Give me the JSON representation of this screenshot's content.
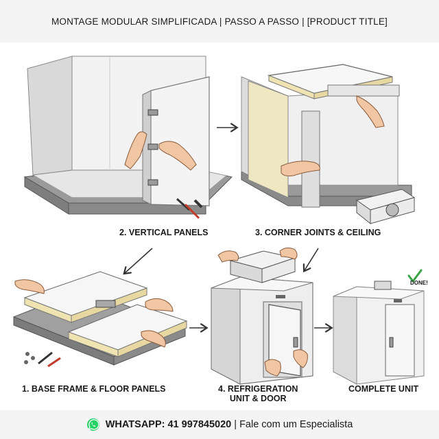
{
  "header": {
    "title": "MONTAGE MODULAR SIMPLIFICADA | PASSO A PASSO | [PRODUCT TITLE]"
  },
  "steps": {
    "vertical_panels": "2. VERTICAL PANELS",
    "corner_joints": "3. CORNER JOINTS & CEILING",
    "base_frame": "1. BASE FRAME & FLOOR PANELS",
    "refrigeration_line1": "4. REFRIGERATION",
    "refrigeration_line2": "UNIT & DOOR",
    "complete": "COMPLETE UNIT",
    "done_badge": "DONE!"
  },
  "footer": {
    "whatsapp_label": "WHATSAPP: 41 997845020",
    "separator": " | ",
    "specialist_text": "Fale com um Especialista",
    "icon": "whatsapp-icon"
  },
  "colors": {
    "panel_face": "#eeeeee",
    "panel_edge": "#b0b0b0",
    "insulation": "#f1e6b8",
    "base": "#8f8f8f",
    "whatsapp_green": "#25d366",
    "done_check": "#3aa346"
  }
}
